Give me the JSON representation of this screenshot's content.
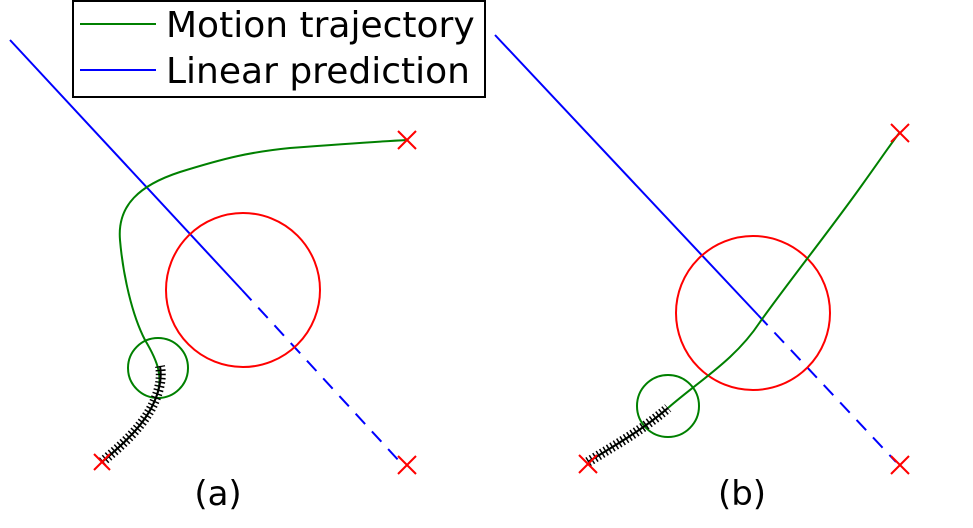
{
  "legend": {
    "items": [
      {
        "label": "Motion trajectory",
        "color": "#008000"
      },
      {
        "label": "Linear prediction",
        "color": "#0000ff"
      }
    ]
  },
  "panels": [
    {
      "label": "(a)"
    },
    {
      "label": "(b)"
    }
  ],
  "colors": {
    "trajectory": "#008000",
    "prediction": "#0000ff",
    "target_marker": "#ff0000",
    "observed_path": "#000000"
  }
}
